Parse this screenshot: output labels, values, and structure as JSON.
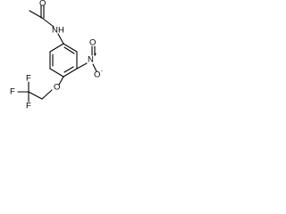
{
  "molecule": {
    "atoms": {
      "o_carbonyl": "O",
      "n_amide": "N",
      "h_amide": "H",
      "n_nitro": "N",
      "nitro_charge_pos": "+",
      "o_nitro_double": "O",
      "o_nitro_single": "O",
      "nitro_charge_neg": "-",
      "o_ether": "O",
      "f1": "F",
      "f2": "F",
      "f3": "F"
    }
  }
}
